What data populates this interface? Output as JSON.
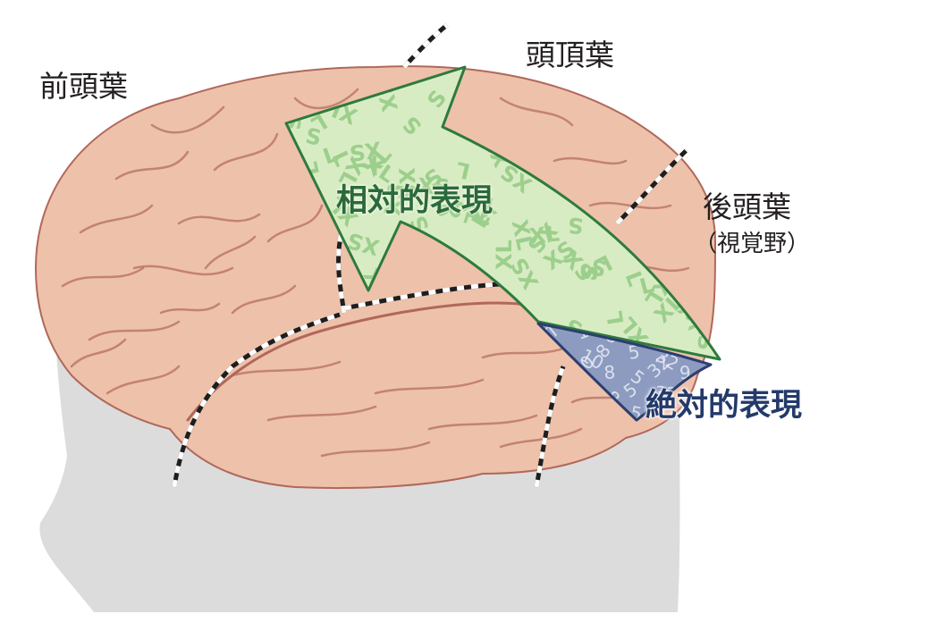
{
  "lobes": {
    "frontal": "前頭葉",
    "parietal": "頭頂葉",
    "occipital": "後頭葉",
    "visual_area": "（視覚野）"
  },
  "representations": {
    "relative": "相対的表現",
    "absolute": "絶対的表現"
  },
  "arrow_letters": [
    "S",
    "L",
    "XL",
    "XS"
  ],
  "absolute_numbers": [
    "7",
    "10",
    "8",
    "5",
    "32",
    "9",
    "1"
  ],
  "colors": {
    "brain": "#eec1aa",
    "brain_groove": "#b0685a",
    "head_silhouette": "#dcdcdc",
    "relative_fill": "#d8ecc4",
    "relative_outline": "#2e7a3e",
    "relative_letters": "#9ccf8c",
    "absolute_fill": "#8d9bc0",
    "absolute_outline": "#2c3e70"
  },
  "icons": {
    "relative_arrow": "curved-arrow-icon"
  }
}
